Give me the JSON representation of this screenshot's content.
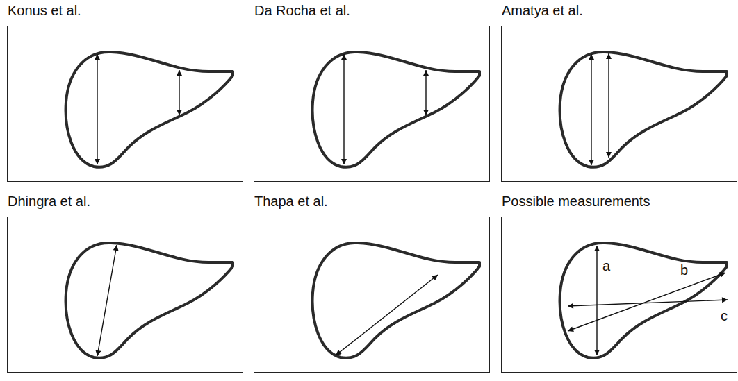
{
  "diagram": {
    "nodes": [
      {
        "text": [
          "Konus et al."
        ]
      },
      {
        "text": [
          "Da Rocha et al."
        ]
      },
      {
        "text": [
          "Amatya et al."
        ]
      },
      {
        "text": [
          "Dhingra et al."
        ]
      },
      {
        "text": [
          "Thapa et al."
        ]
      },
      {
        "text": [
          "Possible measurements"
        ]
      }
    ],
    "labels": [
      "a",
      "b",
      "c"
    ]
  }
}
